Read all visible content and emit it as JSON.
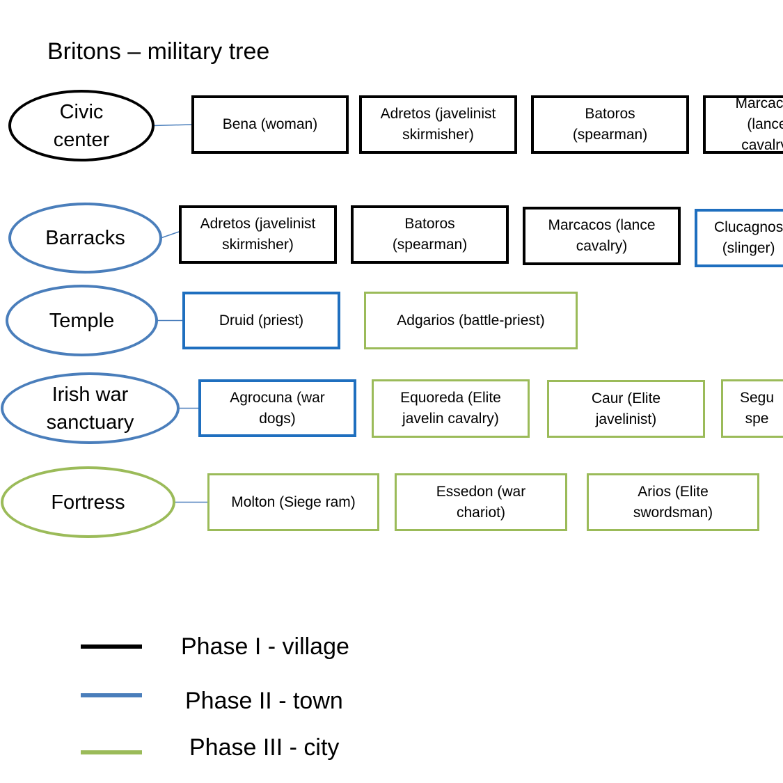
{
  "title": "Britons – military tree",
  "colors": {
    "phase1": "#000000",
    "phase2": "#4a7ebb",
    "phase3": "#9bbb59",
    "phase2_box": "#1f6fbf"
  },
  "rows": [
    {
      "building": "Civic\ncenter",
      "building_phase": "phase1",
      "units": [
        {
          "label": "Bena (woman)",
          "phase": "phase1"
        },
        {
          "label": "Adretos (javelinist\nskirmisher)",
          "phase": "phase1"
        },
        {
          "label": "Batoros\n(spearman)",
          "phase": "phase1"
        },
        {
          "label": "Marcacos (lance\ncavalry)",
          "phase": "phase1"
        }
      ]
    },
    {
      "building": "Barracks",
      "building_phase": "phase2",
      "units": [
        {
          "label": "Adretos (javelinist\nskirmisher)",
          "phase": "phase1"
        },
        {
          "label": "Batoros\n(spearman)",
          "phase": "phase1"
        },
        {
          "label": "Marcacos (lance\ncavalry)",
          "phase": "phase1"
        },
        {
          "label": "Clucagnos\n(slinger)",
          "phase": "phase2"
        }
      ]
    },
    {
      "building": "Temple",
      "building_phase": "phase2",
      "units": [
        {
          "label": "Druid (priest)",
          "phase": "phase2"
        },
        {
          "label": "Adgarios (battle-priest)",
          "phase": "phase3"
        }
      ]
    },
    {
      "building": "Irish war\nsanctuary",
      "building_phase": "phase2",
      "units": [
        {
          "label": "Agrocuna (war\ndogs)",
          "phase": "phase2"
        },
        {
          "label": "Equoreda (Elite\njavelin cavalry)",
          "phase": "phase3"
        },
        {
          "label": "Caur (Elite\njavelinist)",
          "phase": "phase3"
        },
        {
          "label": "Segu\nspe",
          "phase": "phase3"
        }
      ]
    },
    {
      "building": "Fortress",
      "building_phase": "phase3",
      "units": [
        {
          "label": "Molton (Siege ram)",
          "phase": "phase3"
        },
        {
          "label": "Essedon (war\nchariot)",
          "phase": "phase3"
        },
        {
          "label": "Arios (Elite\nswordsman)",
          "phase": "phase3"
        }
      ]
    }
  ],
  "legend": [
    {
      "label": "Phase I - village",
      "phase": "phase1"
    },
    {
      "label": "Phase II - town",
      "phase": "phase2"
    },
    {
      "label": "Phase III - city",
      "phase": "phase3"
    }
  ]
}
